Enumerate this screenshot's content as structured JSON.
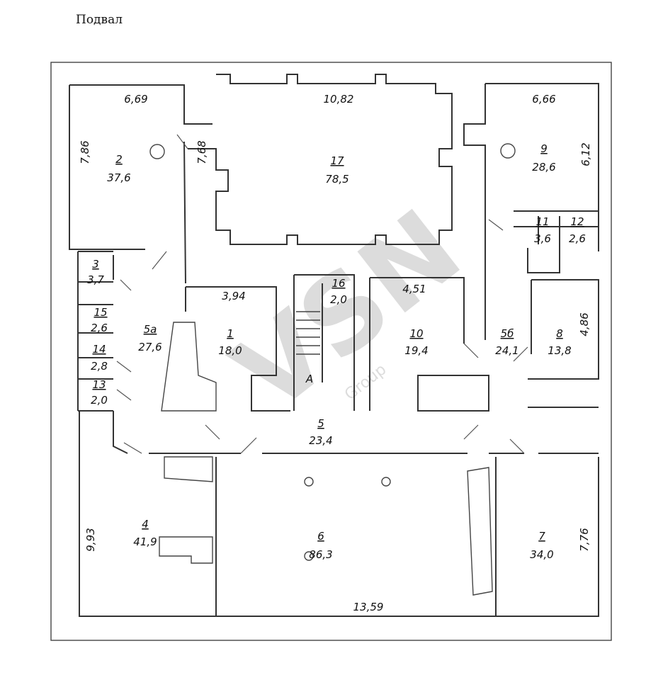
{
  "title": "Подвал",
  "watermark": {
    "text": "VSN",
    "sub": "Group"
  },
  "rooms": [
    {
      "id": "r2",
      "number": "2",
      "area": "37,6"
    },
    {
      "id": "r17",
      "number": "17",
      "area": "78,5"
    },
    {
      "id": "r9",
      "number": "9",
      "area": "28,6"
    },
    {
      "id": "r11",
      "number": "11",
      "area": "3,6"
    },
    {
      "id": "r12",
      "number": "12",
      "area": "2,6"
    },
    {
      "id": "r3",
      "number": "3",
      "area": "3,7"
    },
    {
      "id": "r16",
      "number": "16",
      "area": "2,0"
    },
    {
      "id": "r15",
      "number": "15",
      "area": "2,6"
    },
    {
      "id": "r5a",
      "number": "5а",
      "area": "27,6"
    },
    {
      "id": "r1",
      "number": "1",
      "area": "18,0"
    },
    {
      "id": "r10",
      "number": "10",
      "area": "19,4"
    },
    {
      "id": "r5b",
      "number": "5б",
      "area": "24,1"
    },
    {
      "id": "r8",
      "number": "8",
      "area": "13,8"
    },
    {
      "id": "r14",
      "number": "14",
      "area": "2,8"
    },
    {
      "id": "r13",
      "number": "13",
      "area": "2,0"
    },
    {
      "id": "r5",
      "number": "5",
      "area": "23,4"
    },
    {
      "id": "r4",
      "number": "4",
      "area": "41,9"
    },
    {
      "id": "r6",
      "number": "6",
      "area": "86,3"
    },
    {
      "id": "r7",
      "number": "7",
      "area": "34,0"
    }
  ],
  "dimensions": [
    {
      "id": "d1",
      "value": "6,69"
    },
    {
      "id": "d2",
      "value": "10,82"
    },
    {
      "id": "d3",
      "value": "6,66"
    },
    {
      "id": "d4",
      "value": "7,86"
    },
    {
      "id": "d5",
      "value": "7,68"
    },
    {
      "id": "d6",
      "value": "6,12"
    },
    {
      "id": "d7",
      "value": "3,94"
    },
    {
      "id": "d8",
      "value": "4,51"
    },
    {
      "id": "d9",
      "value": "4,86"
    },
    {
      "id": "d10",
      "value": "9,93"
    },
    {
      "id": "d11",
      "value": "7,76"
    },
    {
      "id": "d12",
      "value": "13,59"
    }
  ],
  "stair_label": "A"
}
